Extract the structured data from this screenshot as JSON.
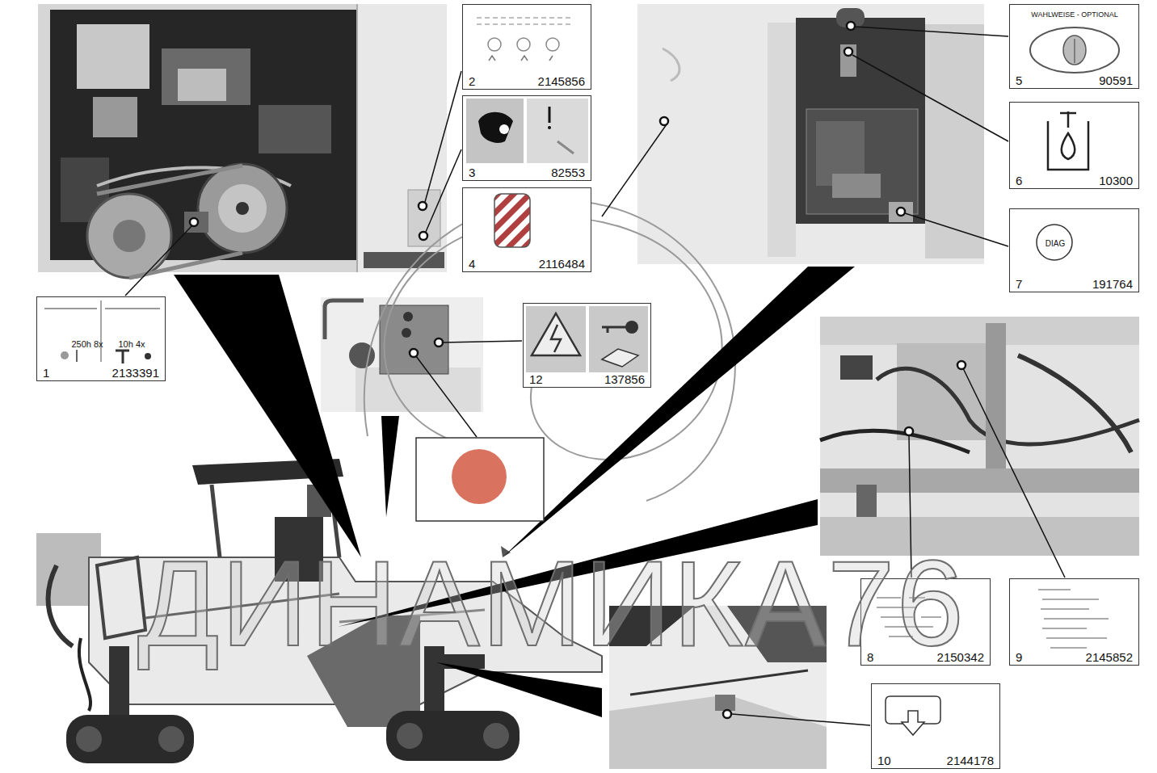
{
  "diagram": {
    "nodes": [
      {
        "text": [
          "1",
          "2133391",
          "250h 8x",
          "10h 4x"
        ]
      },
      {
        "text": [
          "2",
          "2145856"
        ]
      },
      {
        "text": [
          "3",
          "82553"
        ]
      },
      {
        "text": [
          "4",
          "2116484"
        ]
      },
      {
        "text": [
          "5",
          "90591",
          "WAHLWEISE - OPTIONAL"
        ]
      },
      {
        "text": [
          "6",
          "10300"
        ]
      },
      {
        "text": [
          "7",
          "191764",
          "DIAG"
        ]
      },
      {
        "text": [
          "8",
          "2150342"
        ]
      },
      {
        "text": [
          "9",
          "2145852"
        ]
      },
      {
        "text": [
          "10",
          "2144178"
        ]
      },
      {
        "text": [
          "12",
          "137856"
        ]
      }
    ],
    "labels": [
      "ДИНАМИКА76"
    ]
  }
}
